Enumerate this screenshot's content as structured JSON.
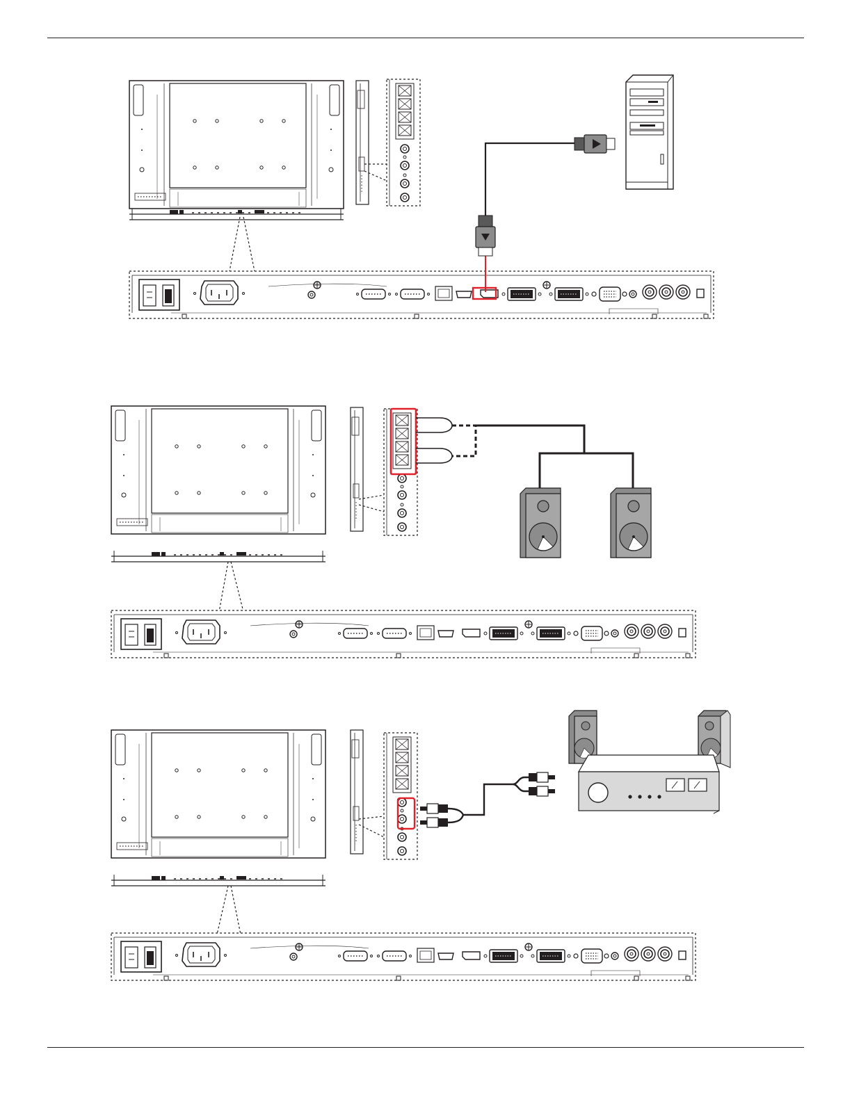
{
  "page": {
    "sections": [
      {
        "id": "displayport-connection",
        "device": "pc-tower-icon",
        "cable": "displayport-cable",
        "highlight_color": "#e0202b"
      },
      {
        "id": "external-speakers-connection",
        "device": "speaker-icon",
        "cable": "speaker-wire",
        "highlight_color": "#e0202b"
      },
      {
        "id": "audio-out-connection",
        "device": "amplifier-icon",
        "cable": "rca-audio-cable",
        "highlight_color": "#e0202b"
      }
    ],
    "colors": {
      "line": "#231f20",
      "highlight": "#e0202b",
      "speaker_body": "#8c8c8c",
      "speaker_face": "#a6a6a6",
      "amp_body": "#d9d9d9"
    }
  }
}
